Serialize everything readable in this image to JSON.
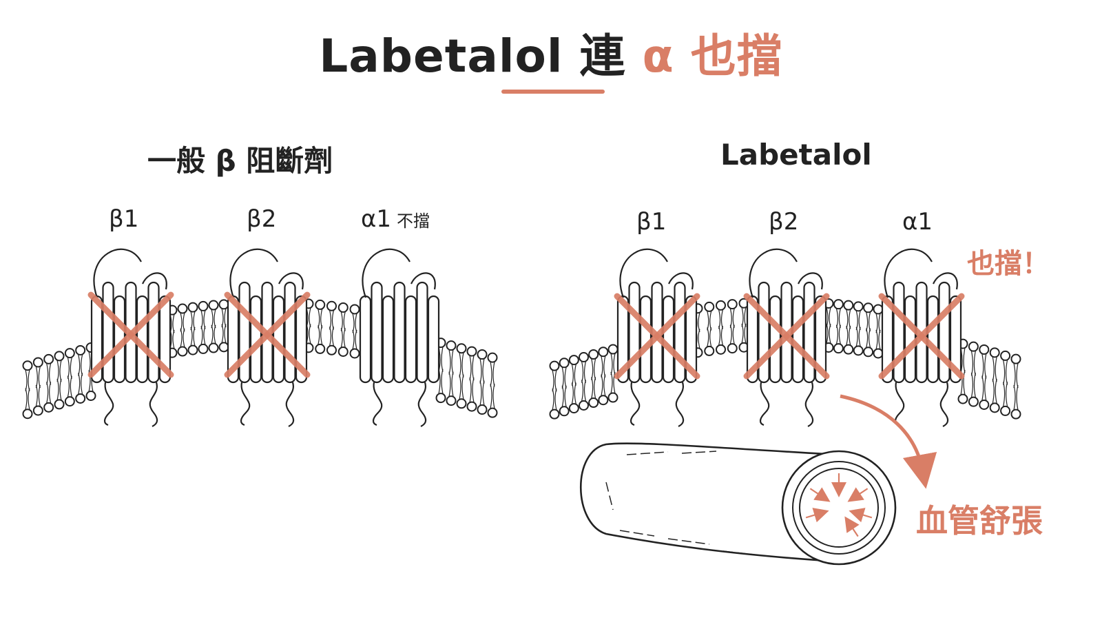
{
  "title": {
    "prefix": "Labetalol 連",
    "highlight": "α 也擋"
  },
  "left_panel": {
    "heading": "一般 β 阻斷劑",
    "receptors": [
      {
        "label": "β1",
        "note": "",
        "blocked": true
      },
      {
        "label": "β2",
        "note": "",
        "blocked": true
      },
      {
        "label": "α1",
        "note": "不擋",
        "blocked": false
      }
    ]
  },
  "right_panel": {
    "heading": "Labetalol",
    "receptors": [
      {
        "label": "β1",
        "blocked": true
      },
      {
        "label": "β2",
        "blocked": true
      },
      {
        "label": "α1",
        "blocked": true
      }
    ],
    "alpha_note": "也擋！",
    "vessel_label": "血管舒張"
  },
  "colors": {
    "accent": "#D97E66",
    "ink": "#222222"
  }
}
